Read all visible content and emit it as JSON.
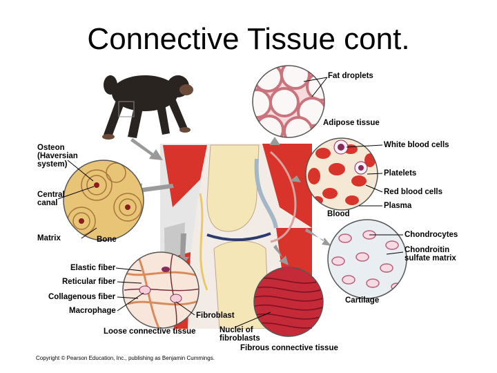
{
  "title": "Connective Tissue cont.",
  "labels": {
    "fat_droplets": "Fat droplets",
    "adipose_tissue": "Adipose tissue",
    "white_blood_cells": "White blood cells",
    "platelets": "Platelets",
    "red_blood_cells": "Red blood cells",
    "plasma": "Plasma",
    "blood": "Blood",
    "chondrocytes": "Chondrocytes",
    "chondroitin": "Chondroitin\nsulfate matrix",
    "cartilage": "Cartilage",
    "osteon": "Osteon\n(Haversian\nsystem)",
    "central_canal": "Central\ncanal",
    "matrix": "Matrix",
    "bone": "Bone",
    "elastic_fiber": "Elastic fiber",
    "reticular_fiber": "Reticular fiber",
    "collagenous_fiber": "Collagenous fiber",
    "macrophage": "Macrophage",
    "fibroblast": "Fibroblast",
    "loose_connective": "Loose connective tissue",
    "nuclei_fibroblasts": "Nuclei of\nfibroblasts",
    "fibrous_connective": "Fibrous connective tissue"
  },
  "copyright": "Copyright © Pearson Education, Inc., publishing as Benjamin Cummings."
}
